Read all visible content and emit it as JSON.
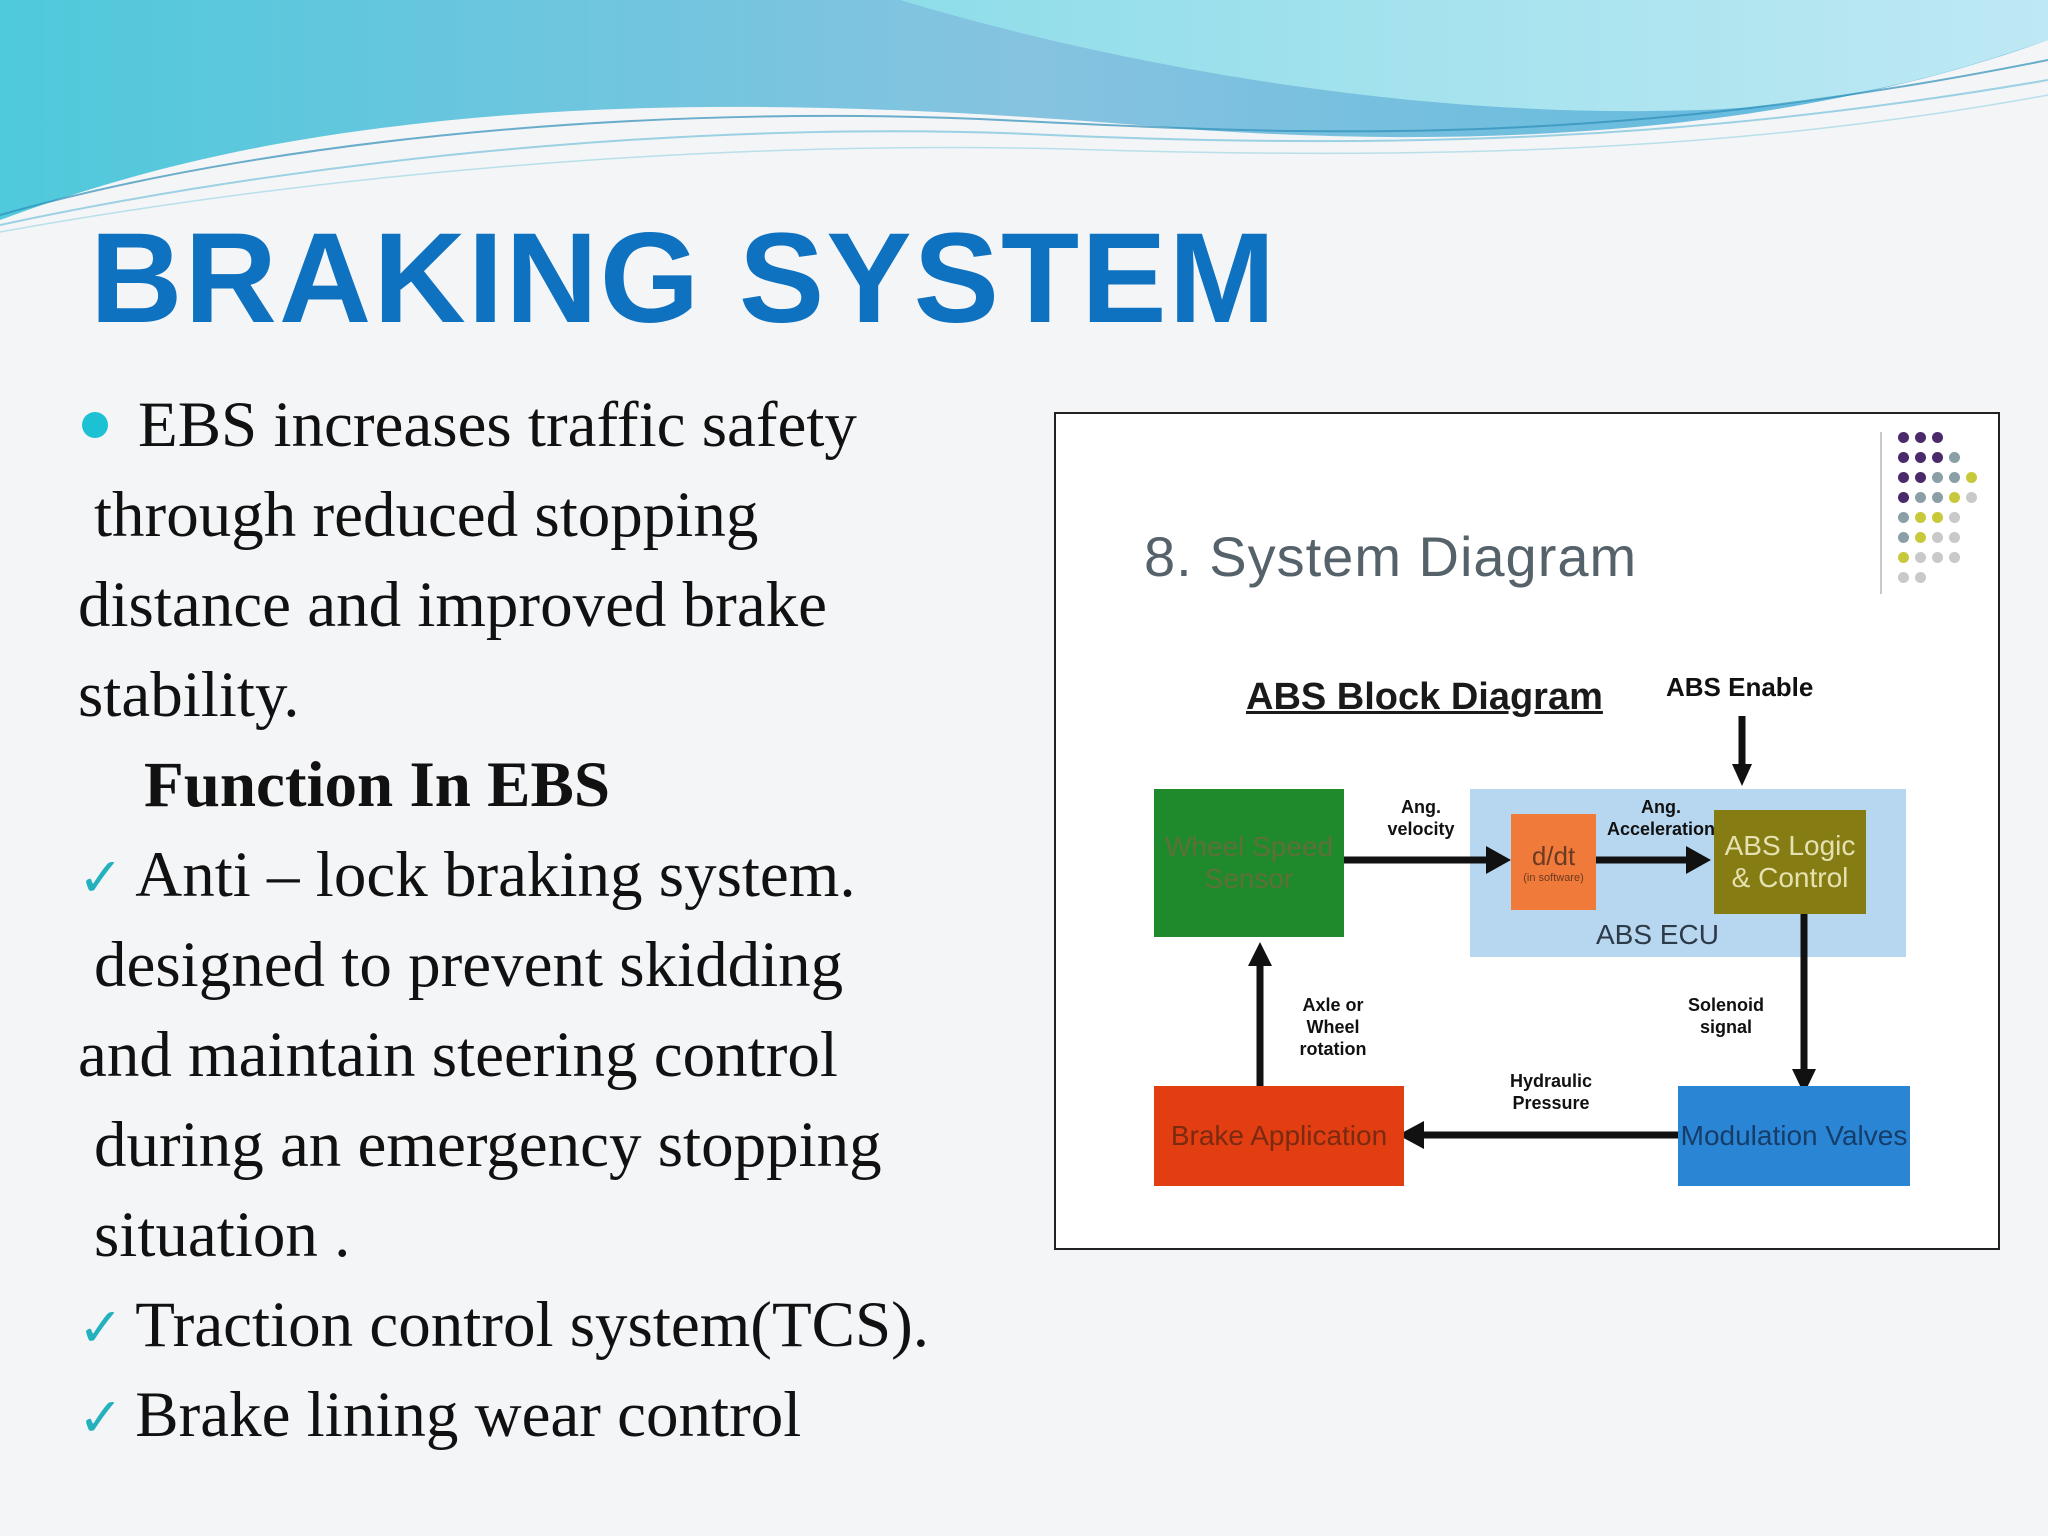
{
  "slide": {
    "title": "BRAKING SYSTEM",
    "lines": [
      {
        "kind": "bullet",
        "text": "EBS increases traffic safety"
      },
      {
        "kind": "indent",
        "text": "through reduced stopping"
      },
      {
        "kind": "plain",
        "text": "distance and improved brake"
      },
      {
        "kind": "plain",
        "text": "stability."
      },
      {
        "kind": "heading",
        "text": "Function In EBS"
      },
      {
        "kind": "check",
        "text": "Anti – lock braking system."
      },
      {
        "kind": "indent",
        "text": "designed to prevent skidding"
      },
      {
        "kind": "plain",
        "text": "and maintain steering control"
      },
      {
        "kind": "indent",
        "text": "during an emergency stopping"
      },
      {
        "kind": "indent",
        "text": "situation ."
      },
      {
        "kind": "check",
        "text": "Traction control system(TCS)."
      },
      {
        "kind": "check",
        "text": "Brake lining wear control"
      }
    ]
  },
  "diagram": {
    "section_title": "8.  System Diagram",
    "block_title": "ABS Block Diagram",
    "enable_label": "ABS Enable",
    "ecu_label": "ABS ECU",
    "blocks": {
      "wheel_speed_sensor": "Wheel Speed Sensor",
      "ddt": "d/dt",
      "ddt_sub": "(in software)",
      "abs_logic": "ABS Logic & Control",
      "modulation_valves": "Modulation Valves",
      "brake_application": "Brake Application"
    },
    "arrow_labels": {
      "ang_velocity": "Ang. velocity",
      "ang_acceleration": "Ang. Acceleration",
      "solenoid_signal": "Solenoid signal",
      "hydraulic_pressure": "Hydraulic Pressure",
      "axle_rotation": "Axle or Wheel rotation"
    },
    "colors": {
      "sensor": "#1f8a2b",
      "ddt": "#f07a3a",
      "logic": "#857d14",
      "valves": "#2a86d4",
      "brake": "#e33e12",
      "ecu": "#b7d7f1"
    }
  },
  "theme": {
    "title_color": "#0f72c0",
    "bullet_color": "#1cc2d3",
    "check_color": "#22b1bd"
  }
}
